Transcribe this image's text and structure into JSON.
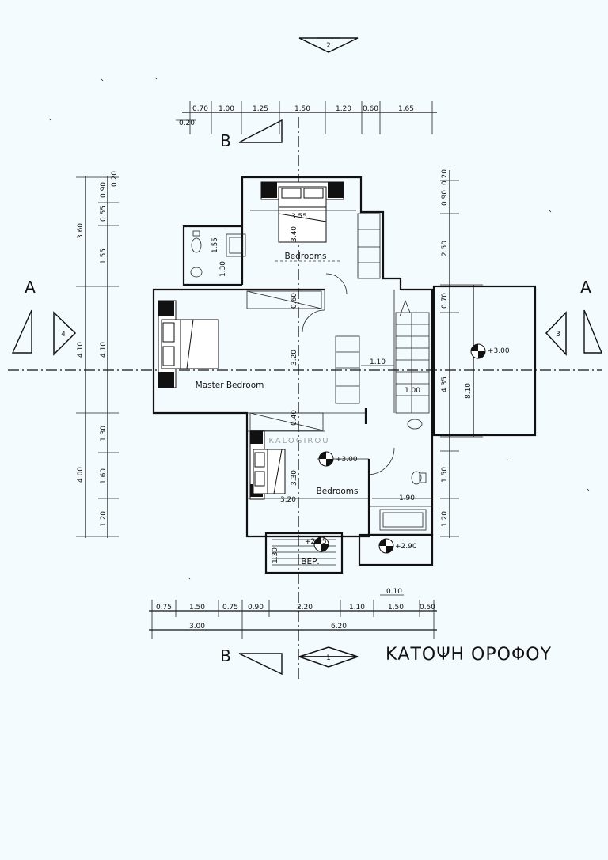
{
  "title": "ΚΑΤΟΨΗ ΟΡΟΦΟΥ",
  "watermark": "KALOGIROU",
  "section_markers": {
    "a": "A",
    "b": "B"
  },
  "elevation_markers": {
    "top": "2",
    "bottom": "1",
    "left": "4",
    "right": "3"
  },
  "rooms": {
    "bedroom_top": "Bedrooms",
    "master": "Master Bedroom",
    "bedroom_bottom": "Bedrooms",
    "veranda": "ΒΕΡ."
  },
  "levels": {
    "right_terrace": "+3.00",
    "bedroom": "+3.00",
    "bath": "+2.90",
    "veranda": "+2.95"
  },
  "top_dims": [
    "0.70",
    "1.00",
    "1.25",
    "1.50",
    "1.20",
    "0.60",
    "1.65"
  ],
  "top_dim_extra": "0.20",
  "bottom_dims": [
    "0.75",
    "1.50",
    "0.75",
    "0.90",
    "2.20",
    "1.10",
    "1.50",
    "0.50"
  ],
  "bottom_dim_extra": "0.10",
  "bottom_totals": [
    "3.00",
    "6.20"
  ],
  "left_outer_dims": [
    "3.60",
    "4.10",
    "4.00"
  ],
  "left_inner_dims": [
    "0.90",
    "0.55",
    "1.55",
    "4.10",
    "1.30",
    "1.60",
    "1.20"
  ],
  "left_inner_extra": "0.20",
  "right_dims": [
    "0.20",
    "0.90",
    "2.50",
    "0.70",
    "4.35",
    "1.50",
    "1.20"
  ],
  "right_total": "8.10",
  "interior_dims": {
    "bed_top_w": "3.55",
    "bed_top_h": "3.40",
    "wc_h": "1.55",
    "wc_w": "1.30",
    "corr_h": "0.60",
    "master_h": "3.20",
    "corr_w": "1.10",
    "stair_w": "1.00",
    "bed_bot_h": "3.30",
    "bed_bot_w": "3.20",
    "bath_w": "1.90",
    "wall_040": "0.40",
    "ver_h": "1.30"
  }
}
